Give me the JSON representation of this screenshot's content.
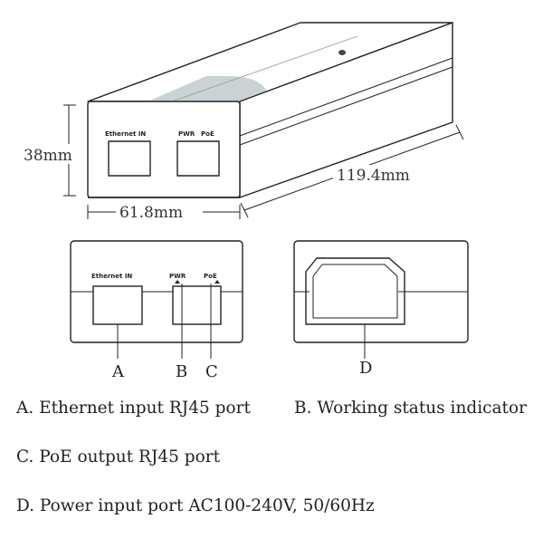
{
  "dimensions": {
    "height": "38mm",
    "width": "61.8mm",
    "length": "119.4mm"
  },
  "port_labels": {
    "ethernet_in": "Ethernet IN",
    "pwr": "PWR",
    "poe": "PoE"
  },
  "callouts": {
    "a": "A",
    "b": "B",
    "c": "C",
    "d": "D"
  },
  "legend": {
    "a": "A. Ethernet input RJ45 port",
    "b": "B. Working status indicator",
    "c": "C. PoE output RJ45 port",
    "d": "D. Power input port AC100-240V, 50/60Hz"
  },
  "colors": {
    "line": "#222222",
    "top_strip": "#c9d3d6"
  }
}
